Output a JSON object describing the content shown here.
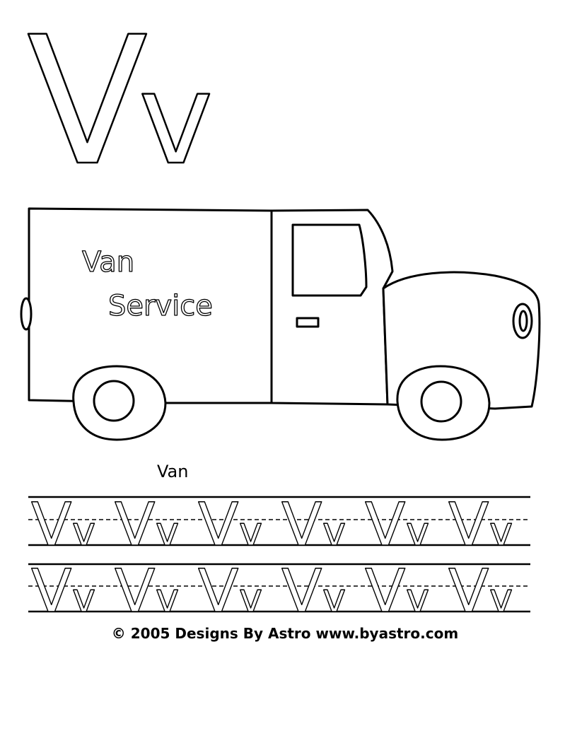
{
  "heading": {
    "upper": "V",
    "lower": "v"
  },
  "van_lettering": {
    "line1": "Van",
    "line2": "Service"
  },
  "word": "Van",
  "tracing_pair": {
    "upper": "V",
    "lower": "v"
  },
  "footer": "© 2005 Designs By Astro www.byastro.com",
  "colors": {
    "ink": "#000000",
    "paper": "#ffffff"
  }
}
